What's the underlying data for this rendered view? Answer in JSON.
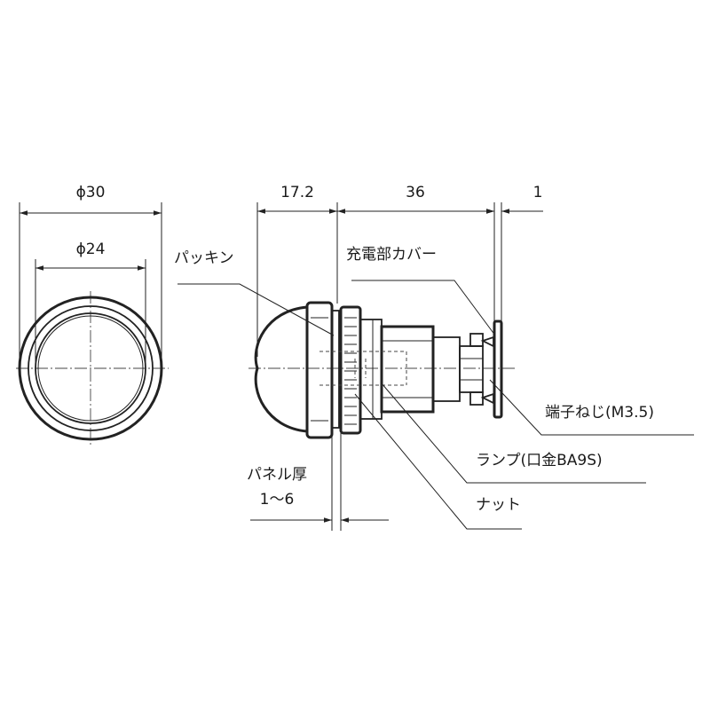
{
  "dimensions": {
    "outer_diameter": "ϕ30",
    "inner_diameter": "ϕ24",
    "front_length": "17.2",
    "body_length": "36",
    "terminal_length": "1",
    "panel_thickness_label": "パネル厚",
    "panel_thickness_range": "1～6"
  },
  "callouts": {
    "packing": "パッキン",
    "charging_cover": "充電部カバー",
    "terminal_screw": "端子ねじ(M3.5)",
    "lamp": "ランプ(口金BA9S)",
    "nut": "ナット"
  }
}
